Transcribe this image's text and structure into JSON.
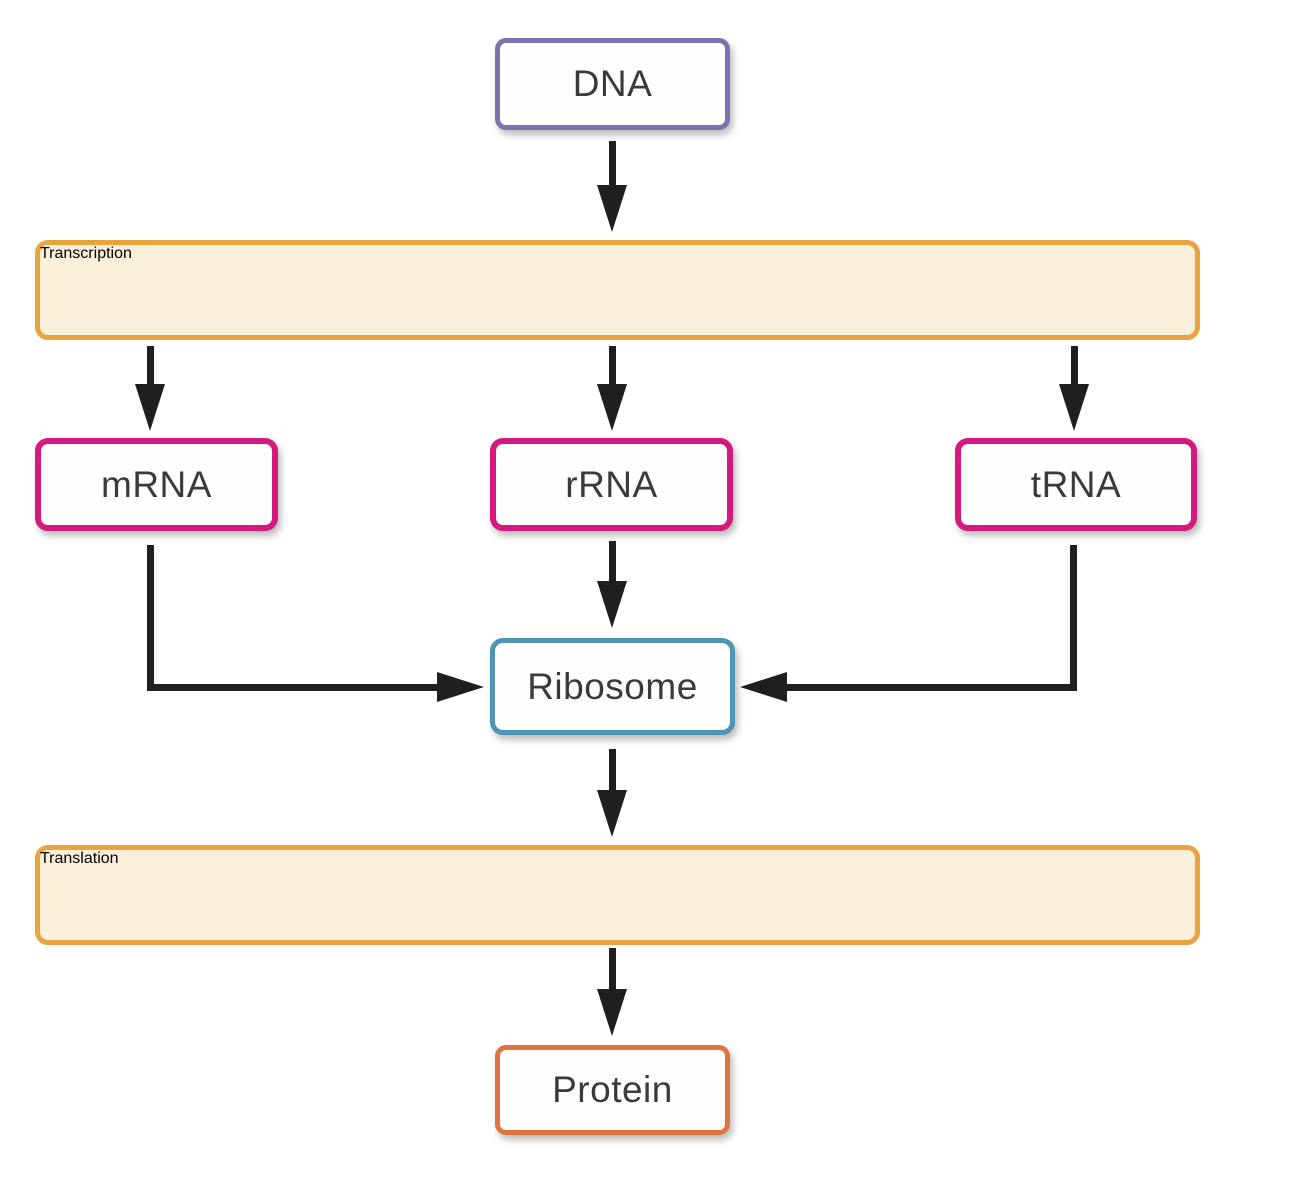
{
  "diagram": {
    "nodes": {
      "dna": {
        "label": "DNA",
        "border_color": "#7a73ae",
        "fill": "#fefefe"
      },
      "transcription": {
        "label": "Transcription",
        "border_color": "#e8a43e",
        "fill": "#faf0da"
      },
      "mrna": {
        "label": "mRNA",
        "border_color": "#d5197f",
        "fill": "#fefefe"
      },
      "rrna": {
        "label": "rRNA",
        "border_color": "#d5197f",
        "fill": "#fefefe"
      },
      "trna": {
        "label": "tRNA",
        "border_color": "#d5197f",
        "fill": "#fefefe"
      },
      "ribosome": {
        "label": "Ribosome",
        "border_color": "#4f93b5",
        "fill": "#fefefe"
      },
      "translation": {
        "label": "Translation",
        "border_color": "#e8a43e",
        "fill": "#faf0da"
      },
      "protein": {
        "label": "Protein",
        "border_color": "#df7440",
        "fill": "#fefefe"
      }
    },
    "edges": [
      {
        "from": "DNA",
        "to": "Transcription"
      },
      {
        "from": "Transcription",
        "to": "mRNA"
      },
      {
        "from": "Transcription",
        "to": "rRNA"
      },
      {
        "from": "Transcription",
        "to": "tRNA"
      },
      {
        "from": "mRNA",
        "to": "Ribosome"
      },
      {
        "from": "rRNA",
        "to": "Ribosome"
      },
      {
        "from": "tRNA",
        "to": "Ribosome"
      },
      {
        "from": "Ribosome",
        "to": "Translation"
      },
      {
        "from": "Translation",
        "to": "Protein"
      }
    ],
    "colors": {
      "arrow": "#1f1f1f",
      "text": "#3a3a3a",
      "background": "#ffffff"
    }
  }
}
